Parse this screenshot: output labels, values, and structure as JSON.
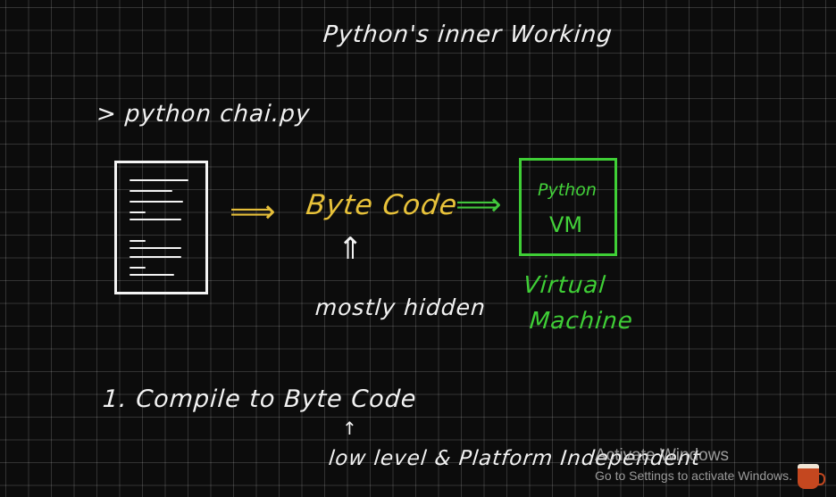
{
  "title": "Python's inner Working",
  "command": "> python chai.py",
  "flow": {
    "left_arrow": "⟹",
    "bytecode_label": "Byte Code",
    "right_arrow": "⟹",
    "up_arrow": "⇑",
    "hidden_label": "mostly hidden"
  },
  "vm": {
    "line1": "Python",
    "line2": "VM",
    "caption_line1": "Virtual",
    "caption_line2": "Machine"
  },
  "steps": {
    "step1": "1.  Compile to Byte Code",
    "small_arrow": "↑",
    "note": "low level & Platform Independent"
  },
  "watermark": {
    "line1": "Activate Windows",
    "line2": "Go to Settings to activate Windows."
  },
  "colors": {
    "background": "#0c0c0c",
    "chalk_white": "#f2f2f2",
    "bytecode_yellow": "#e8c23a",
    "vm_green": "#3fcf36",
    "tray_icon": "#c4471f"
  }
}
